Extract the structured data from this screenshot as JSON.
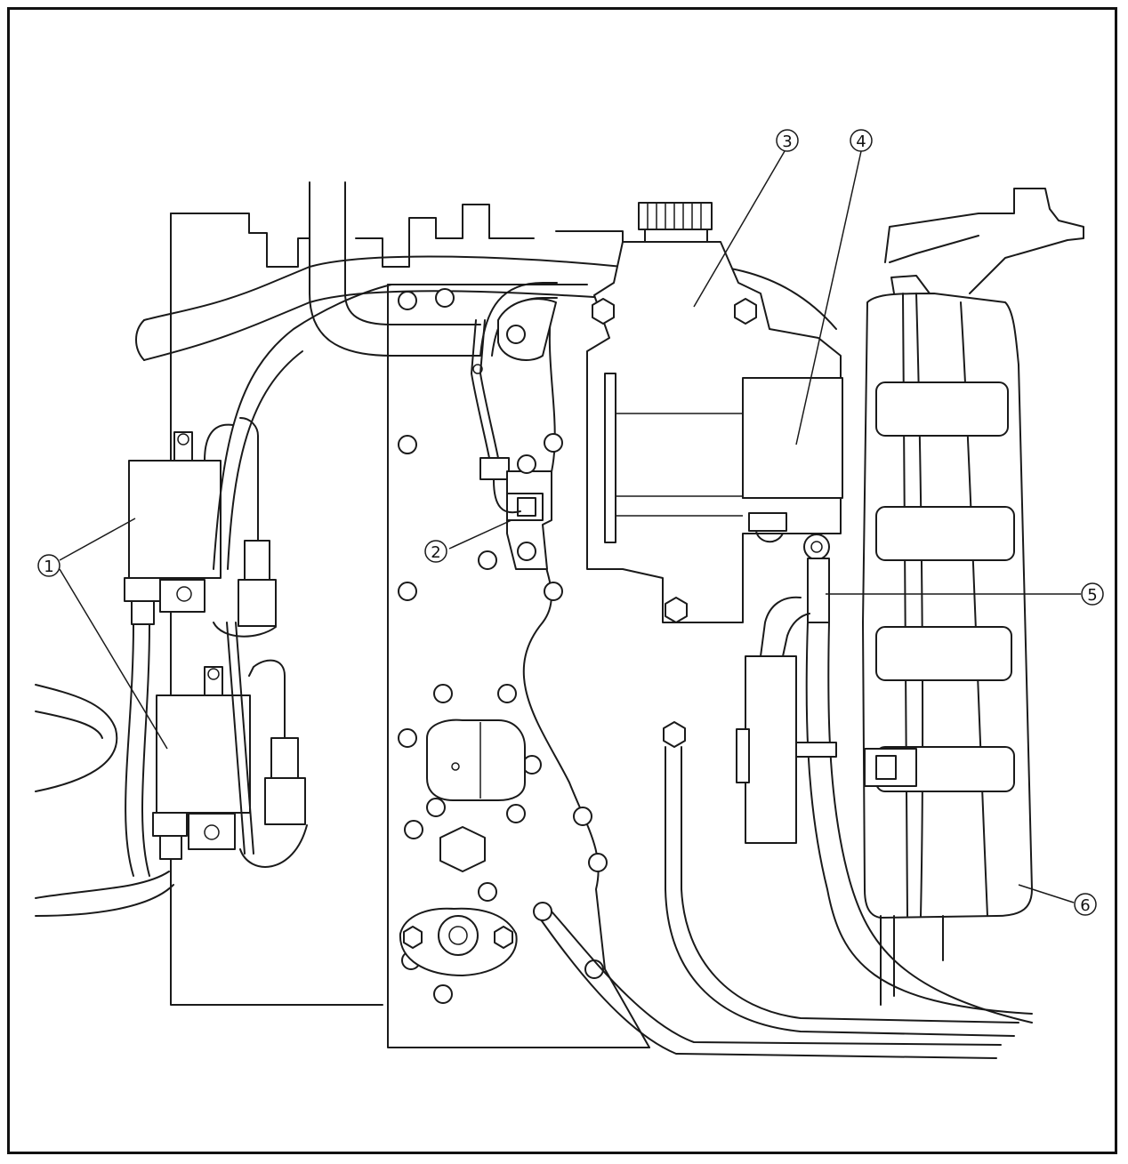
{
  "diagram": {
    "callouts": [
      {
        "id": "1",
        "label": "①"
      },
      {
        "id": "2",
        "label": "②"
      },
      {
        "id": "3",
        "label": "③"
      },
      {
        "id": "4",
        "label": "④"
      },
      {
        "id": "5",
        "label": "⑤"
      },
      {
        "id": "6",
        "label": "⑥"
      }
    ]
  }
}
